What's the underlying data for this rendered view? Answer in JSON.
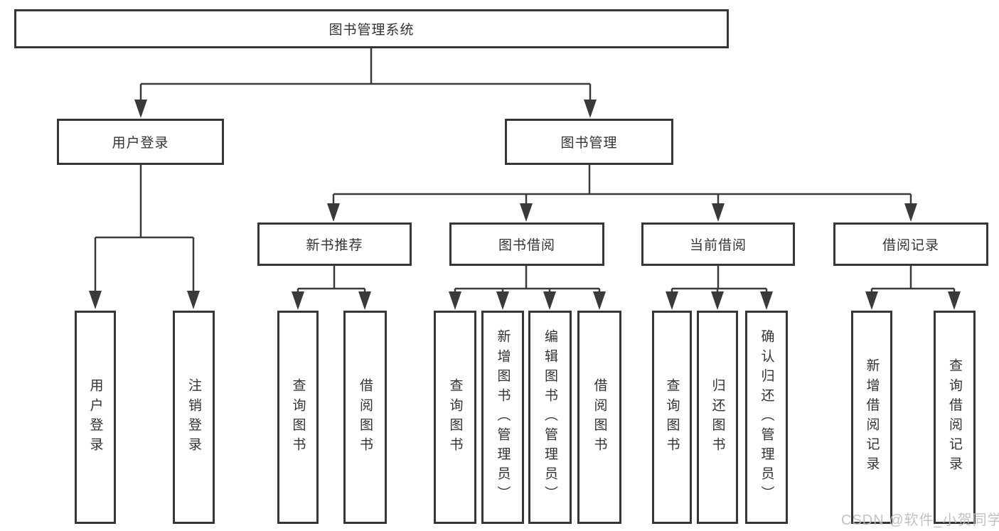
{
  "tree": {
    "label": "图书管理系统",
    "children": [
      {
        "label": "用户登录",
        "children": [
          {
            "label": "用户登录"
          },
          {
            "label": "注销登录"
          }
        ]
      },
      {
        "label": "图书管理",
        "children": [
          {
            "label": "新书推荐",
            "children": [
              {
                "label": "查询图书"
              },
              {
                "label": "借阅图书"
              }
            ]
          },
          {
            "label": "图书借阅",
            "children": [
              {
                "label": "查询图书"
              },
              {
                "label": "新增图书（管理员）"
              },
              {
                "label": "编辑图书（管理员）"
              },
              {
                "label": "借阅图书"
              }
            ]
          },
          {
            "label": "当前借阅",
            "children": [
              {
                "label": "查询图书"
              },
              {
                "label": "归还图书"
              },
              {
                "label": "确认归还（管理员）"
              }
            ]
          },
          {
            "label": "借阅记录",
            "children": [
              {
                "label": "新增借阅记录"
              },
              {
                "label": "查询借阅记录"
              }
            ]
          }
        ]
      }
    ]
  },
  "watermark": {
    "text": "CSDN @软件_小贺同学"
  },
  "colors": {
    "line": "#3a3a3a",
    "border": "#363636",
    "text": "#333333",
    "watermark": "#b9bdc3",
    "background": "#ffffff"
  }
}
